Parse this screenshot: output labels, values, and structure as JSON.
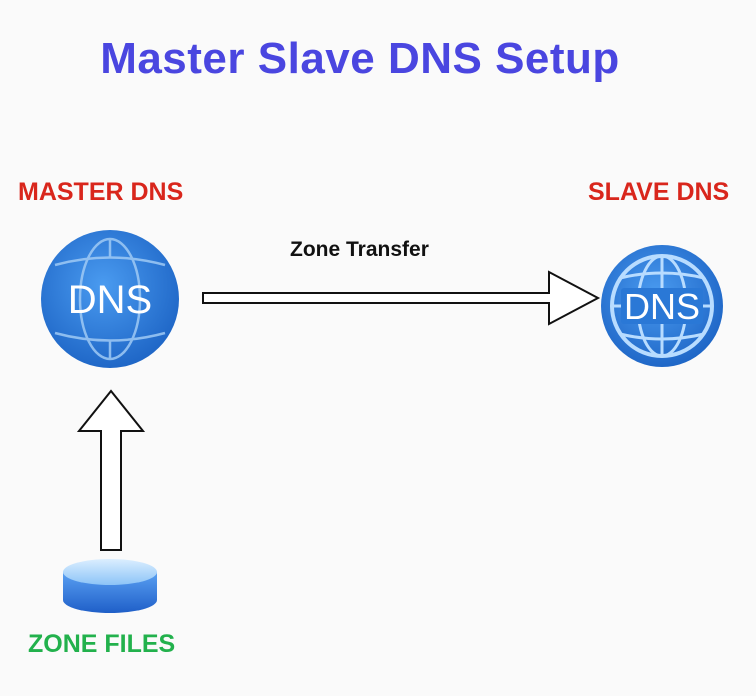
{
  "title": "Master Slave DNS Setup",
  "nodes": {
    "master": {
      "label": "MASTER DNS",
      "icon_text": "DNS"
    },
    "slave": {
      "label": "SLAVE DNS",
      "icon_text": "DNS"
    },
    "zone_files": {
      "label": "ZONE FILES"
    }
  },
  "edges": {
    "zone_transfer": {
      "label": "Zone Transfer"
    }
  },
  "colors": {
    "title": "#4a46e0",
    "server_labels": "#d9261c",
    "zone_files_label": "#22b14c",
    "globe": "#2a78d6"
  },
  "icons": {
    "master": "dns-globe-icon",
    "slave": "dns-globe-icon",
    "zone_files": "database-icon"
  }
}
